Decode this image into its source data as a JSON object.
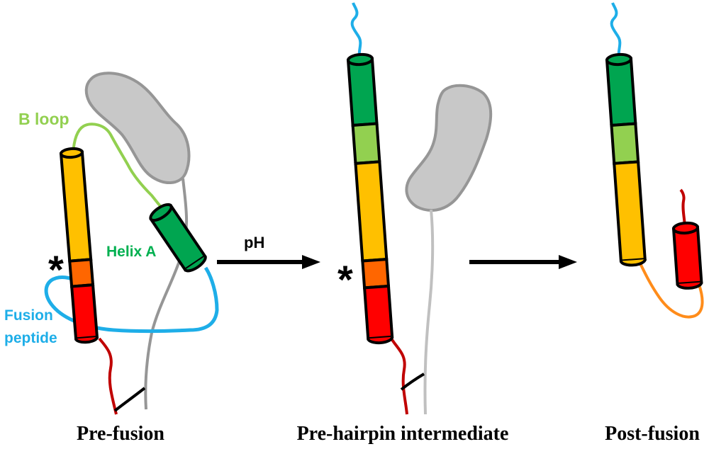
{
  "labels": {
    "b_loop": "B loop",
    "helix_a": "Helix A",
    "fusion_peptide_line1": "Fusion",
    "fusion_peptide_line2": "peptide",
    "ph": "pH",
    "asterisk": "*"
  },
  "captions": {
    "pre_fusion": "Pre-fusion",
    "pre_hairpin": "Pre-hairpin intermediate",
    "post_fusion": "Post-fusion"
  },
  "colors": {
    "green": "#00a550",
    "light_green": "#92d050",
    "yellow": "#ffc000",
    "orange": "#ff6600",
    "red": "#ff0000",
    "dark_red": "#c00000",
    "blue": "#1eaee8",
    "loop_orange": "#ff8c1a",
    "gray_fill": "#c8c8c8",
    "gray_stroke": "#969696",
    "light_gray": "#c0c0c0",
    "outline": "#000000",
    "label_green": "#00b050",
    "label_light_green": "#92d050",
    "label_blue": "#1eaee8"
  }
}
